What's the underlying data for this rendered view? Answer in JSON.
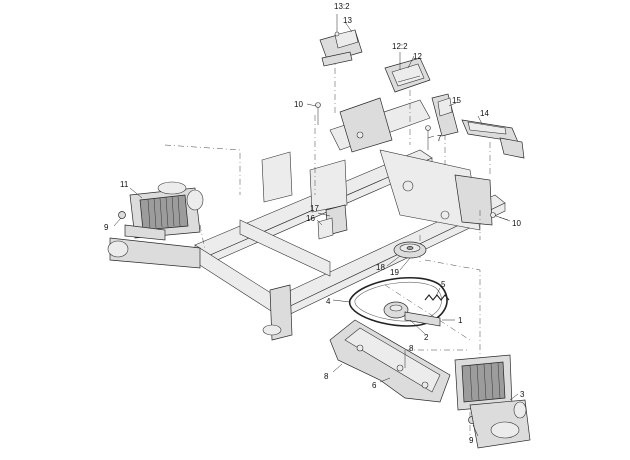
{
  "callouts": {
    "c13_2": "13:2",
    "c13": "13",
    "c12_2": "12:2",
    "c12": "12",
    "c10_top": "10",
    "c15": "15",
    "c14": "14",
    "c7": "7",
    "c11": "11",
    "c9_left": "9",
    "c17": "17",
    "c16": "16",
    "c10_right": "10",
    "c18": "18",
    "c19": "19",
    "c4": "4",
    "c5": "5",
    "c1": "1",
    "c2": "2",
    "c8_top": "8",
    "c8_left": "8",
    "c6": "6",
    "c3": "3",
    "c9_bottom": "9"
  }
}
